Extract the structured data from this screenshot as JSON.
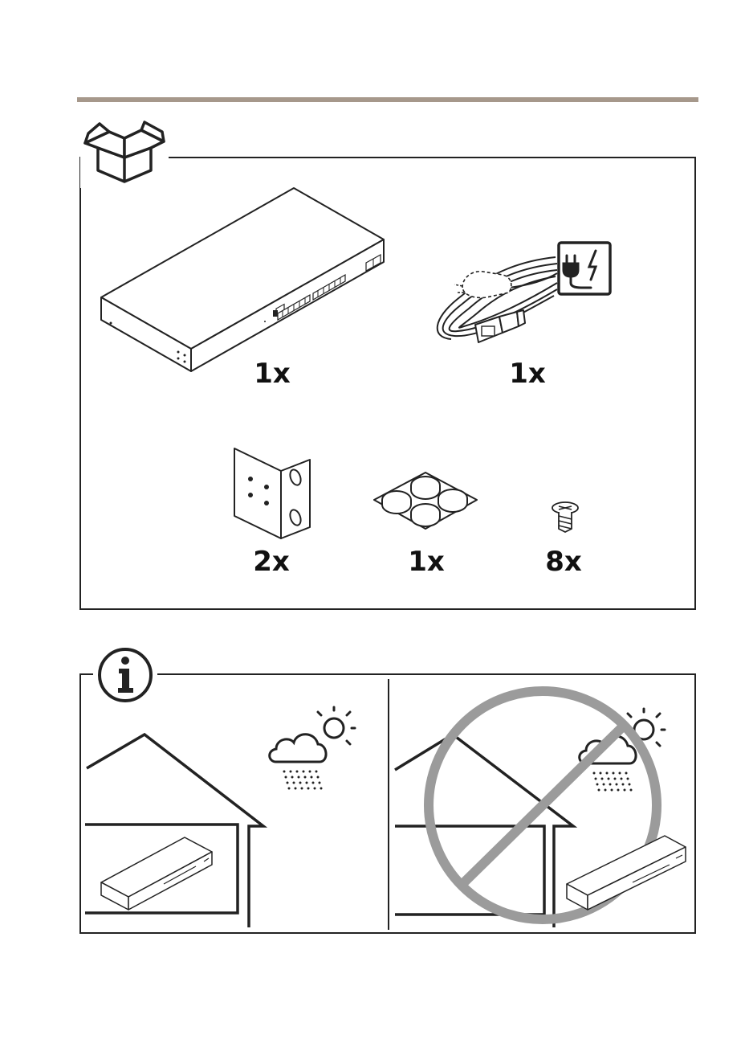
{
  "contents": {
    "icon": "open-box-icon",
    "items": [
      {
        "name": "network-switch",
        "qty": "1x"
      },
      {
        "name": "power-cord",
        "qty": "1x"
      },
      {
        "name": "rack-mount-bracket",
        "qty": "2x"
      },
      {
        "name": "rubber-feet",
        "qty": "1x"
      },
      {
        "name": "screw",
        "qty": "8x"
      }
    ]
  },
  "info": {
    "icon": "info-icon",
    "left": {
      "meaning": "indoor-use-allowed"
    },
    "right": {
      "meaning": "outdoor-use-prohibited",
      "icon": "prohibited-icon"
    }
  },
  "colors": {
    "accent_bar": "#a6988b",
    "line": "#222222",
    "prohibited_sign": "#9b9b9b",
    "cord_icon_bg": "#ffffff"
  }
}
